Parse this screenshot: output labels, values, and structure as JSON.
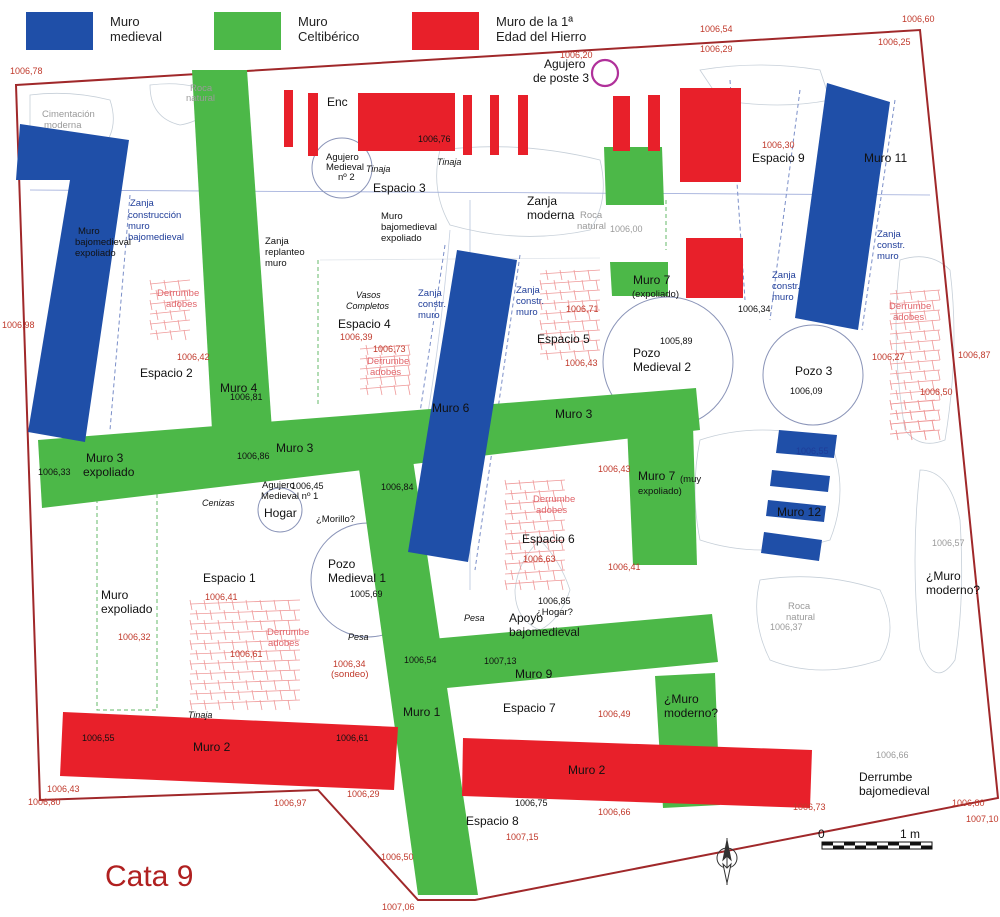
{
  "legend": {
    "medieval": {
      "line1": "Muro",
      "line2": "medieval",
      "color": "#1f4fa8"
    },
    "celtiberico": {
      "line1": "Muro",
      "line2": "Celtibérico",
      "color": "#4cb848"
    },
    "hierro": {
      "line1": "Muro de la 1ª",
      "line2": "Edad del Hierro",
      "color": "#e8202a"
    }
  },
  "title": "Cata 9",
  "scale": {
    "start": "0",
    "end": "1 m"
  },
  "colors": {
    "outline": "#a0282a",
    "elevation": "#c0392b",
    "blue_text": "#1f3d99",
    "pink_text": "#e0646a",
    "grey_text": "#9a9a9a"
  },
  "labels": {
    "muro1": "Muro 1",
    "muro2_left": "Muro 2",
    "muro2_right": "Muro 2",
    "muro3_mid": "Muro 3",
    "muro3_right": "Muro 3",
    "muro3_exp_1": "Muro 3",
    "muro3_exp_2": "expoliado",
    "muro4": "Muro 4",
    "muro6": "Muro 6",
    "muro7_exp_1": "Muro 7",
    "muro7_exp_2": "(expoliado)",
    "muro7_muy_1": "Muro 7",
    "muro7_muy_2": "(muy",
    "muro7_muy_3": "expoliado)",
    "muro9": "Muro 9",
    "muro11": "Muro 11",
    "muro12": "Muro 12",
    "esp1": "Espacio 1",
    "esp2": "Espacio 2",
    "esp3": "Espacio 3",
    "esp4": "Espacio 4",
    "esp5": "Espacio 5",
    "esp6": "Espacio 6",
    "esp7": "Espacio 7",
    "esp8": "Espacio 8",
    "esp9": "Espacio 9",
    "pozo3": "Pozo 3",
    "pozo_med1_1": "Pozo",
    "pozo_med1_2": "Medieval 1",
    "pozo_med2_1": "Pozo",
    "pozo_med2_2": "Medieval 2",
    "hogar": "Hogar",
    "agujero_poste_1": "Agujero",
    "agujero_poste_2": "de poste 3",
    "enc": "Enc",
    "agujero_med2_1": "Agujero",
    "agujero_med2_2": "Medieval",
    "agujero_med2_3": "nº 2",
    "agujero_med1_1": "Agujero",
    "agujero_med1_2": "Medieval nº 1",
    "zanja_moderna_1": "Zanja",
    "zanja_moderna_2": "moderna",
    "muro_bajo_exp_1": "Muro",
    "muro_bajo_exp_2": "bajomedieval",
    "muro_bajo_exp_3": "expoliado",
    "muro_bajo_left_1": "Muro",
    "muro_bajo_left_2": "bajomedieval",
    "muro_bajo_left_3": "expoliado",
    "zanja_replanteo_1": "Zanja",
    "zanja_replanteo_2": "replanteo",
    "zanja_replanteo_3": "muro",
    "muro_expoliado_1": "Muro",
    "muro_expoliado_2": "expoliado",
    "apoyo_1": "Apoyo",
    "apoyo_2": "bajomedieval",
    "muro_moderno_a_1": "¿Muro",
    "muro_moderno_a_2": "moderno?",
    "muro_moderno_b_1": "¿Muro",
    "muro_moderno_b_2": "moderno?",
    "derrumbe_bajo_1": "Derrumbe",
    "derrumbe_bajo_2": "bajomedieval",
    "morillo": "¿Morillo?",
    "hogar_q": "¿Hogar?",
    "sondeo": "(sondeo)"
  },
  "blue_labels": {
    "zanja_constr_muro_bajo_1": "Zanja",
    "zanja_constr_muro_bajo_2": "construcción",
    "zanja_constr_muro_bajo_3": "muro",
    "zanja_constr_muro_bajo_4": "bajomedieval",
    "zanja_a_1": "Zanja",
    "zanja_a_2": "constr.",
    "zanja_a_3": "muro",
    "zanja_b_1": "Zanja",
    "zanja_b_2": "constr.",
    "zanja_b_3": "muro",
    "zanja_c_1": "Zanja",
    "zanja_c_2": "constr.",
    "zanja_c_3": "muro",
    "zanja_d_1": "Zanja",
    "zanja_d_2": "constr.",
    "zanja_d_3": "muro"
  },
  "pink_labels": {
    "derrumbe_adobes_left_1": "Derrumbe",
    "derrumbe_adobes_left_2": "adobes",
    "derrumbe_adobes_e4_1": "Derrumbe",
    "derrumbe_adobes_e4_2": "adobes",
    "derrumbe_adobes_e6_1": "Derrumbe",
    "derrumbe_adobes_e6_2": "adobes",
    "derrumbe_adobes_e1_1": "Derrumbe",
    "derrumbe_adobes_e1_2": "adobes",
    "derrumbe_adobes_right_1": "Derrumbe",
    "derrumbe_adobes_right_2": "adobes"
  },
  "grey_labels": {
    "cimentacion_1": "Cimentación",
    "cimentacion_2": "moderna",
    "roca_top_1": "Roca",
    "roca_top_2": "natural",
    "roca_mid_1": "Roca",
    "roca_mid_2": "natural",
    "roca_right_1": "Roca",
    "roca_right_2": "natural"
  },
  "italic_labels": {
    "tinaja_1": "Tinaja",
    "tinaja_2": "Tinaja",
    "tinaja_3": "Tinaja",
    "vasos_1": "Vasos",
    "vasos_2": "Completos",
    "cenizas": "Cenizas",
    "pesa_1": "Pesa",
    "pesa_2": "Pesa"
  },
  "elevations_red": {
    "e_1006_78": "1006,78",
    "e_1006_20": "1006,20",
    "e_1006_54": "1006,54",
    "e_1006_60": "1006,60",
    "e_1006_29_top": "1006,29",
    "e_1006_25": "1006,25",
    "e_1006_30": "1006,30",
    "e_1006_98": "1006,98",
    "e_1006_87": "1006,87",
    "e_1006_42": "1006,42",
    "e_1006_39": "1006,39",
    "e_1006_73_mid": "1006,73",
    "e_1006_71": "1006,71",
    "e_1006_43_mid": "1006,43",
    "e_1006_27": "1006,27",
    "e_1006_50_right": "1006,50",
    "e_1006_43_center": "1006,43",
    "e_1006_63": "1006,63",
    "e_1006_41_center": "1006,41",
    "e_1006_41_left": "1006,41",
    "e_1006_32": "1006,32",
    "e_1006_61_left": "1006,61",
    "e_1006_34_bottom": "1006,34",
    "e_1006_49": "1006,49",
    "e_1006_43_bottom": "1006,43",
    "e_1006_80_left": "1006,80",
    "e_1006_97": "1006,97",
    "e_1006_29_bottom": "1006,29",
    "e_1006_66_bottom": "1006,66",
    "e_1006_73_bottom": "1006,73",
    "e_1006_80_right": "1006,80",
    "e_1007_10": "1007,10",
    "e_1007_15": "1007,15",
    "e_1006_50_bottom": "1006,50",
    "e_1007_06": "1007,06"
  },
  "elevations_black": {
    "b_1006_76": "1006,76",
    "b_1006_34": "1006,34",
    "b_1006_89": "1005,89",
    "b_1006_09": "1006,09",
    "b_1006_81": "1006,81",
    "b_1006_86": "1006,86",
    "b_1006_33": "1006,33",
    "b_1006_45": "1006,45",
    "b_1006_84": "1006,84",
    "b_1005_69": "1005,69",
    "b_1006_85": "1006,85",
    "b_1006_54": "1006,54",
    "b_1007_13": "1007,13",
    "b_1006_55_left": "1006,55",
    "b_1006_61": "1006,61",
    "b_1006_75": "1006,75"
  },
  "elevations_blue": {
    "bl_1006_55": "1006,55"
  },
  "elevations_grey": {
    "g_1006_00": "1006,00",
    "g_1006_37": "1006,37",
    "g_1006_57": "1006,57",
    "g_1006_66": "1006,66"
  }
}
